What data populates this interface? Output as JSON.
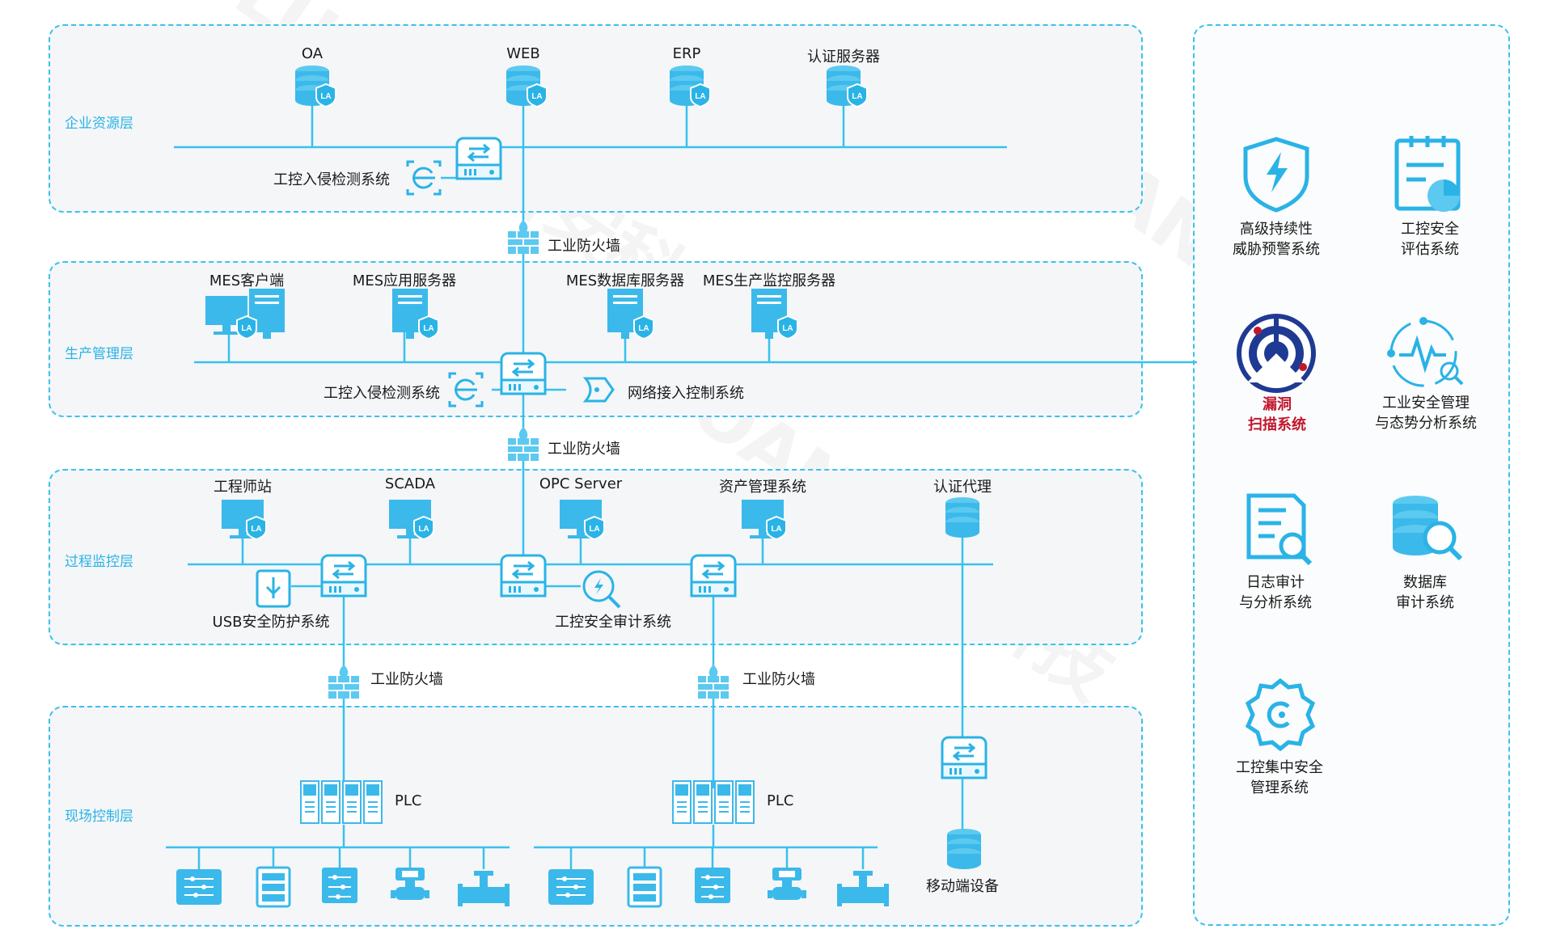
{
  "layers": {
    "enterprise": "企业资源层",
    "production": "生产管理层",
    "process": "过程监控层",
    "field": "现场控制层"
  },
  "enterprise": {
    "servers": [
      "OA",
      "WEB",
      "ERP",
      "认证服务器"
    ],
    "ids_label": "工控入侵检测系统"
  },
  "firewall_label": "工业防火墙",
  "production": {
    "servers": [
      "MES客户端",
      "MES应用服务器",
      "MES数据库服务器",
      "MES生产监控服务器"
    ],
    "ids_label": "工控入侵检测系统",
    "nac_label": "网络接入控制系统"
  },
  "process": {
    "stations": [
      "工程师站",
      "SCADA",
      "OPC Server",
      "资产管理系统",
      "认证代理"
    ],
    "usb_label": "USB安全防护系统",
    "audit_label": "工控安全审计系统"
  },
  "field": {
    "plc_label": "PLC",
    "mobile_label": "移动端设备"
  },
  "tools": [
    {
      "line1": "高级持续性",
      "line2": "威胁预警系统",
      "icon": "shield-bolt-icon"
    },
    {
      "line1": "工控安全",
      "line2": "评估系统",
      "icon": "clipboard-chart-icon"
    },
    {
      "line1": "漏洞",
      "line2": "扫描系统",
      "icon": "radar-scan-icon",
      "highlight": "#c1172c"
    },
    {
      "line1": "工业安全管理",
      "line2": "与态势分析系统",
      "icon": "pulse-monitor-icon"
    },
    {
      "line1": "日志审计",
      "line2": "与分析系统",
      "icon": "log-search-icon"
    },
    {
      "line1": "数据库",
      "line2": "审计系统",
      "icon": "database-search-icon"
    },
    {
      "line1": "工控集中安全",
      "line2": "管理系统",
      "icon": "gear-manage-icon"
    }
  ],
  "watermark": "LUOAN 珞安科技",
  "colors": {
    "accent": "#39c1ec",
    "icon": "#2ab3e6",
    "label": "#2ab3e6",
    "highlight": "#c1172c"
  }
}
